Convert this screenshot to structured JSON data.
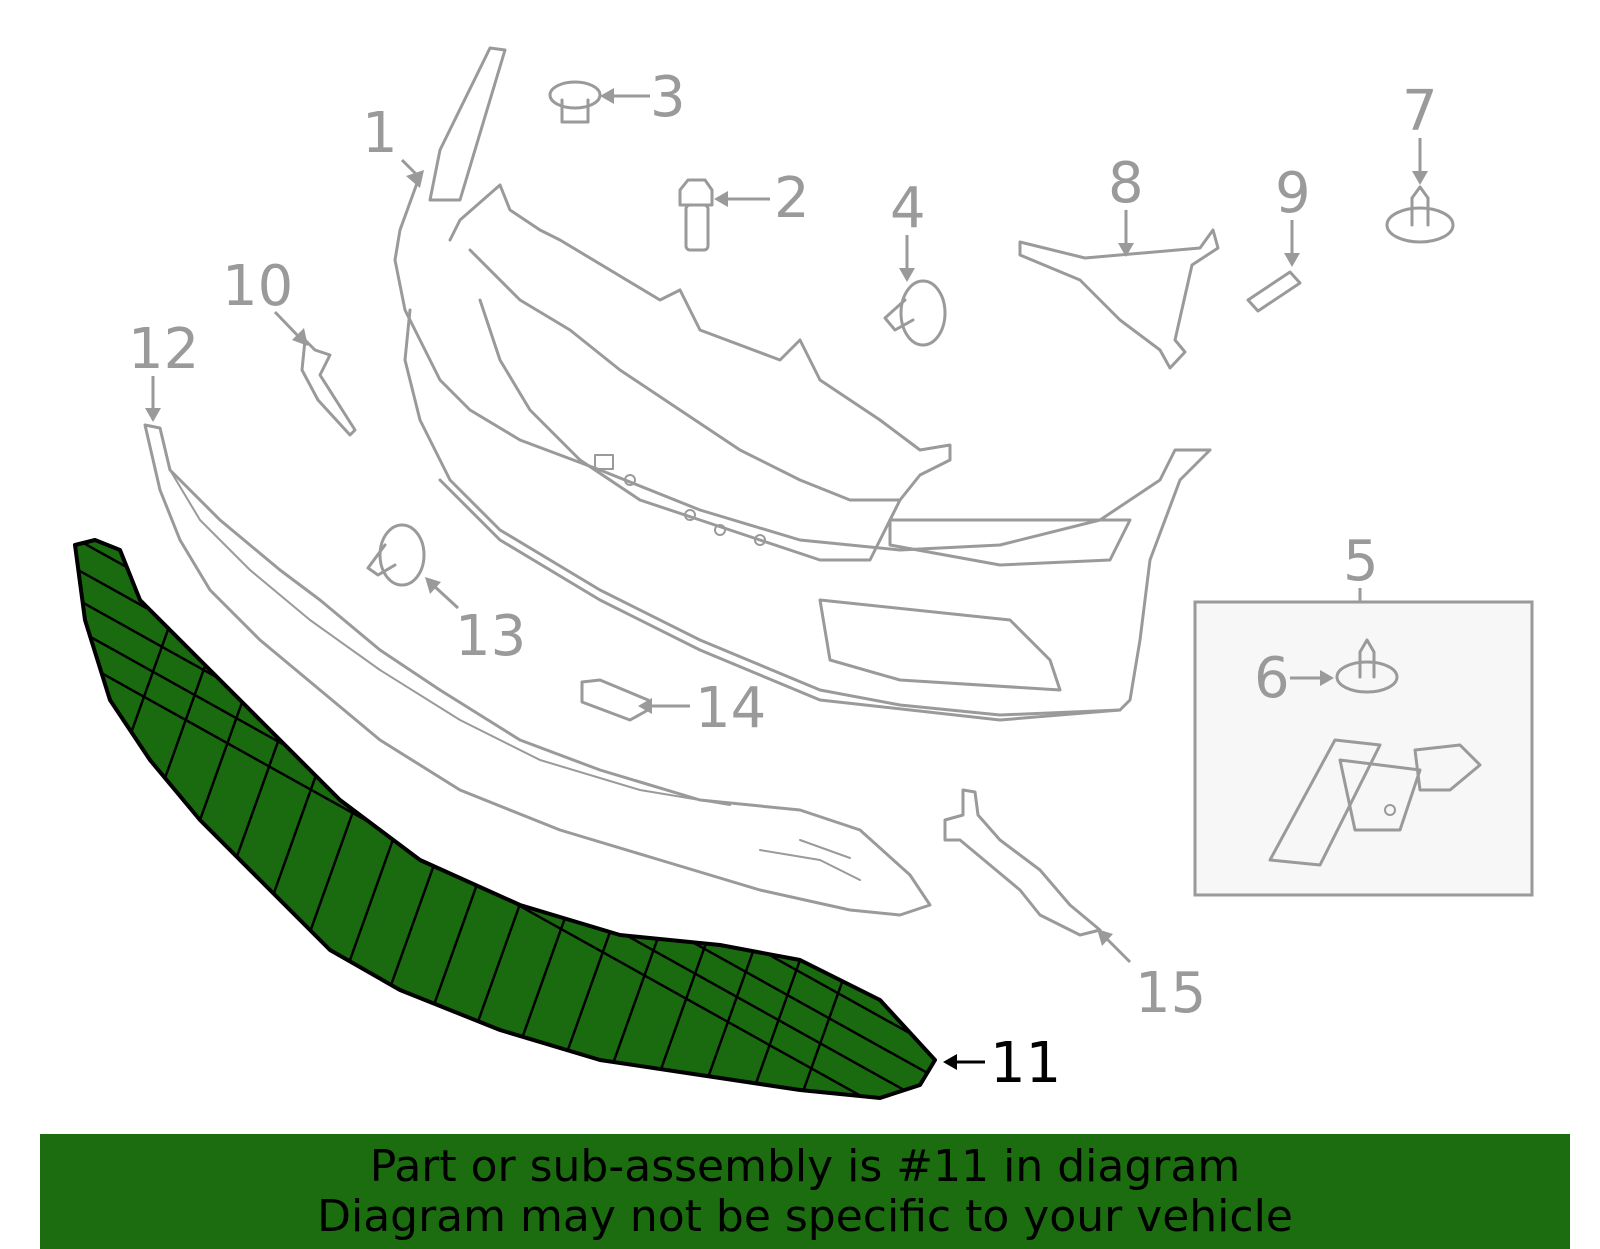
{
  "callouts": {
    "c1": "1",
    "c2": "2",
    "c3": "3",
    "c4": "4",
    "c5": "5",
    "c6": "6",
    "c7": "7",
    "c8": "8",
    "c9": "9",
    "c10": "10",
    "c11": "11",
    "c12": "12",
    "c13": "13",
    "c14": "14",
    "c15": "15"
  },
  "highlighted_part": "11",
  "colors": {
    "highlight": "#1a6b10",
    "banner": "#1b6d0f",
    "line_gray": "#9a9a9a",
    "text_dark": "#000000"
  },
  "banner": {
    "line1": "Part or sub-assembly is #11 in diagram",
    "line2": "Diagram may not be specific to your vehicle"
  }
}
